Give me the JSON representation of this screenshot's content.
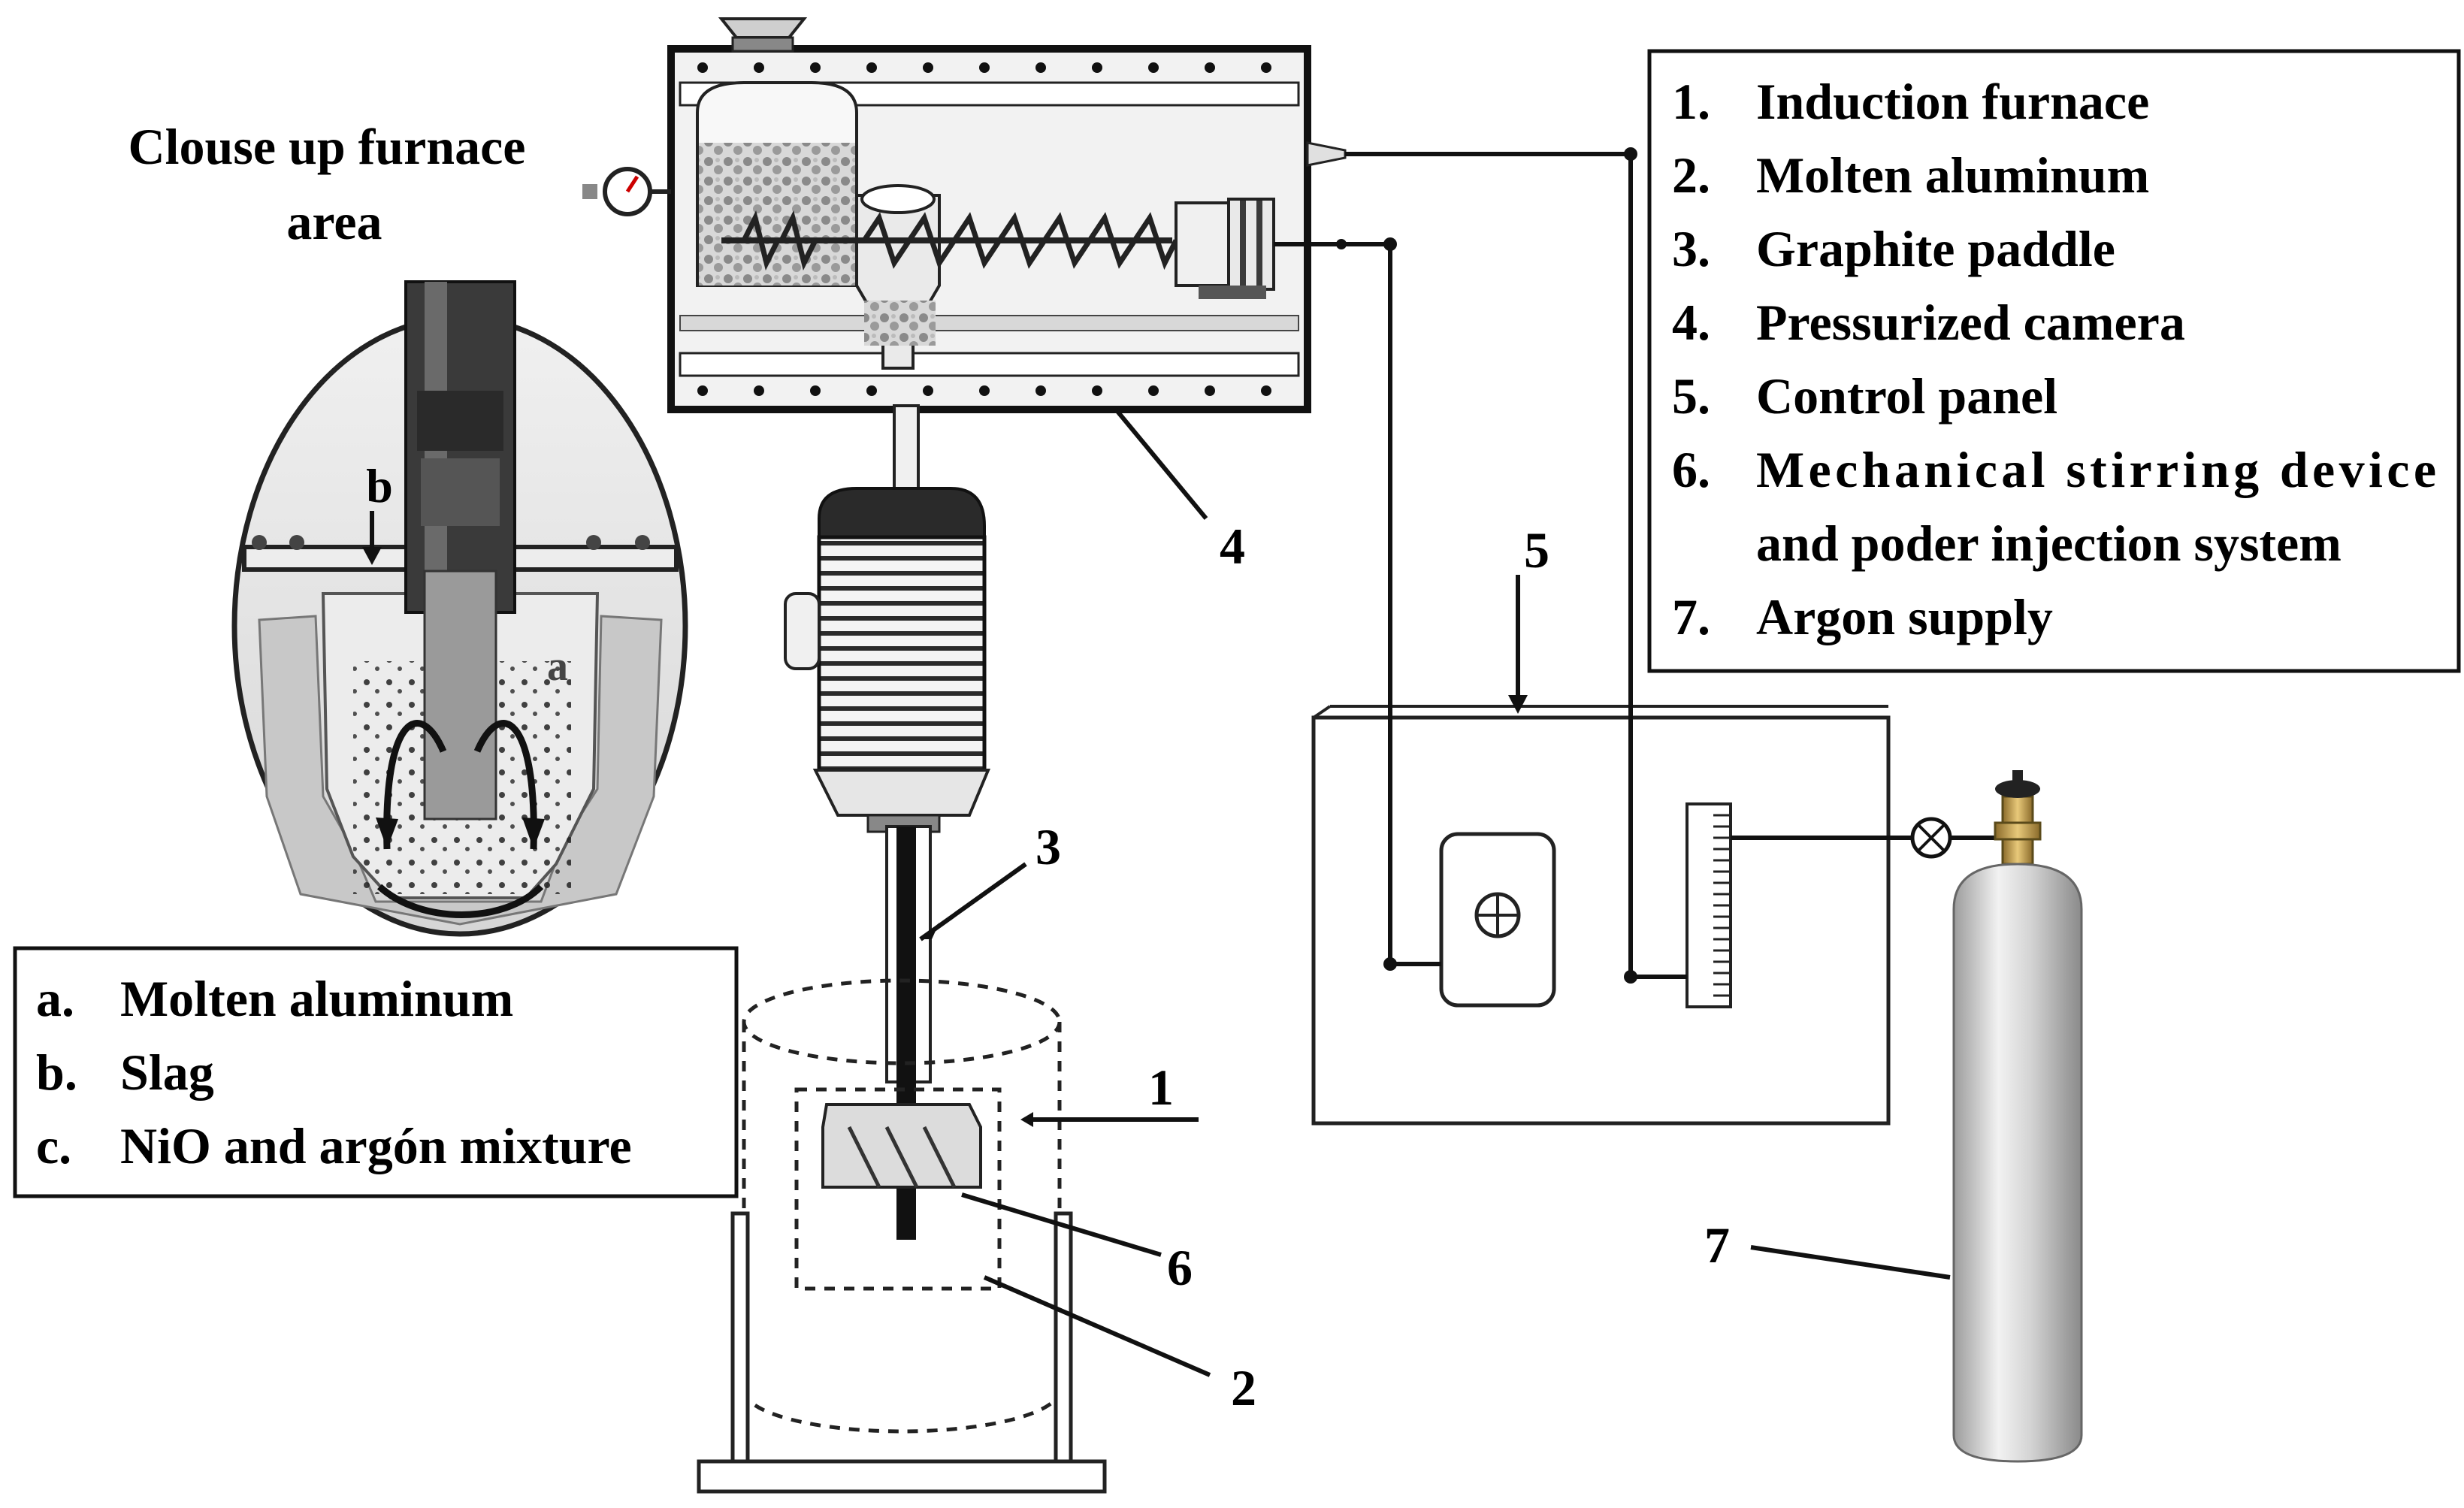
{
  "closeup": {
    "title_line1": "Clouse up furnace",
    "title_line2": "area",
    "label_a": "a",
    "label_b": "b"
  },
  "legend_main": {
    "items": [
      {
        "num": "1.",
        "text": "Induction furnace"
      },
      {
        "num": "2.",
        "text": "Molten aluminum"
      },
      {
        "num": "3.",
        "text": "Graphite paddle"
      },
      {
        "num": "4.",
        "text": "Pressurized camera"
      },
      {
        "num": "5.",
        "text": "Control panel"
      },
      {
        "num": "6.",
        "text": "Mechanical   stirring   device",
        "text2": "and poder injection system"
      },
      {
        "num": "7.",
        "text": "Argon supply"
      }
    ]
  },
  "legend_closeup": {
    "items": [
      {
        "num": "a.",
        "text": "Molten aluminum"
      },
      {
        "num": "b.",
        "text": "Slag"
      },
      {
        "num": "c.",
        "text": "NiO and argón mixture"
      }
    ]
  },
  "callouts": {
    "n1": "1",
    "n2": "2",
    "n3": "3",
    "n4": "4",
    "n5": "5",
    "n6": "6",
    "n7": "7"
  }
}
